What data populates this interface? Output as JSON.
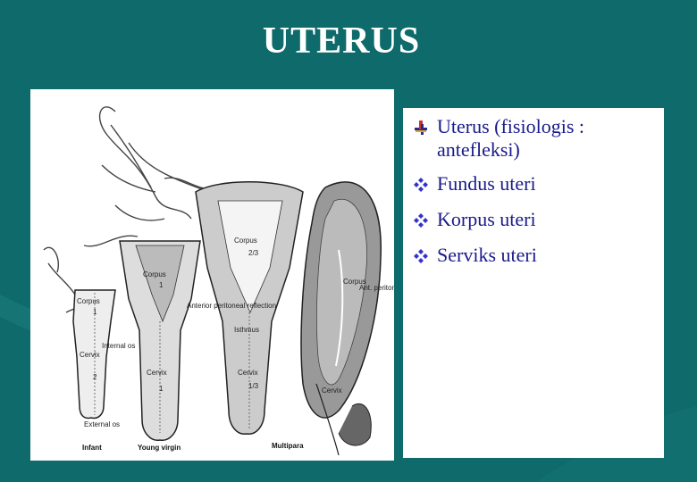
{
  "slide": {
    "title": "UTERUS"
  },
  "bullets": [
    {
      "marker_icon": "colored-list-bullet-icon",
      "text": "Uterus (fisiologis : antefleksi)"
    },
    {
      "marker_icon": "diamond-cluster-bullet-icon",
      "text": " Fundus uteri"
    },
    {
      "marker_icon": "diamond-cluster-bullet-icon",
      "text": "Korpus uteri"
    },
    {
      "marker_icon": "diamond-cluster-bullet-icon",
      "text": " Serviks uteri"
    }
  ],
  "figure": {
    "labels": {
      "infant": "Infant",
      "young_virgin": "Young virgin",
      "multipara": "Multipara",
      "corpus": "Corpus",
      "cervix": "Cervix",
      "isthmus": "Isthmus",
      "internal_os": "Internal os",
      "external_os": "External os",
      "anterior_reflection": "Anterior peritoneal reflection",
      "ant_reflection": "Ant. peritoneal reflection",
      "one": "1",
      "two": "2",
      "one_third": "1/3",
      "two_thirds": "2/3"
    }
  },
  "colors": {
    "background": "#0f6b6b",
    "title": "#ffffff",
    "bullet_text": "#1a1a8c",
    "diamond": "#3333cc"
  }
}
